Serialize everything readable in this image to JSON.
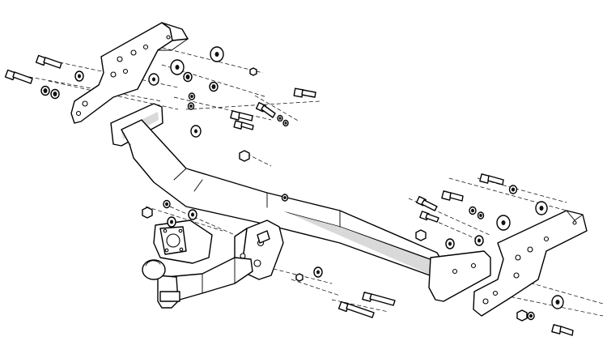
{
  "diagram": {
    "type": "exploded-assembly",
    "components": [
      "left-mounting-bracket",
      "right-mounting-bracket",
      "crossbar-tube",
      "tow-ball-neck",
      "tow-ball",
      "socket-plate",
      "neck-mounting-bracket",
      "bolts",
      "nuts",
      "washers",
      "spring-washers"
    ],
    "colors": {
      "line": "#000000",
      "background": "#ffffff",
      "shading": "#d9d9d9"
    }
  }
}
